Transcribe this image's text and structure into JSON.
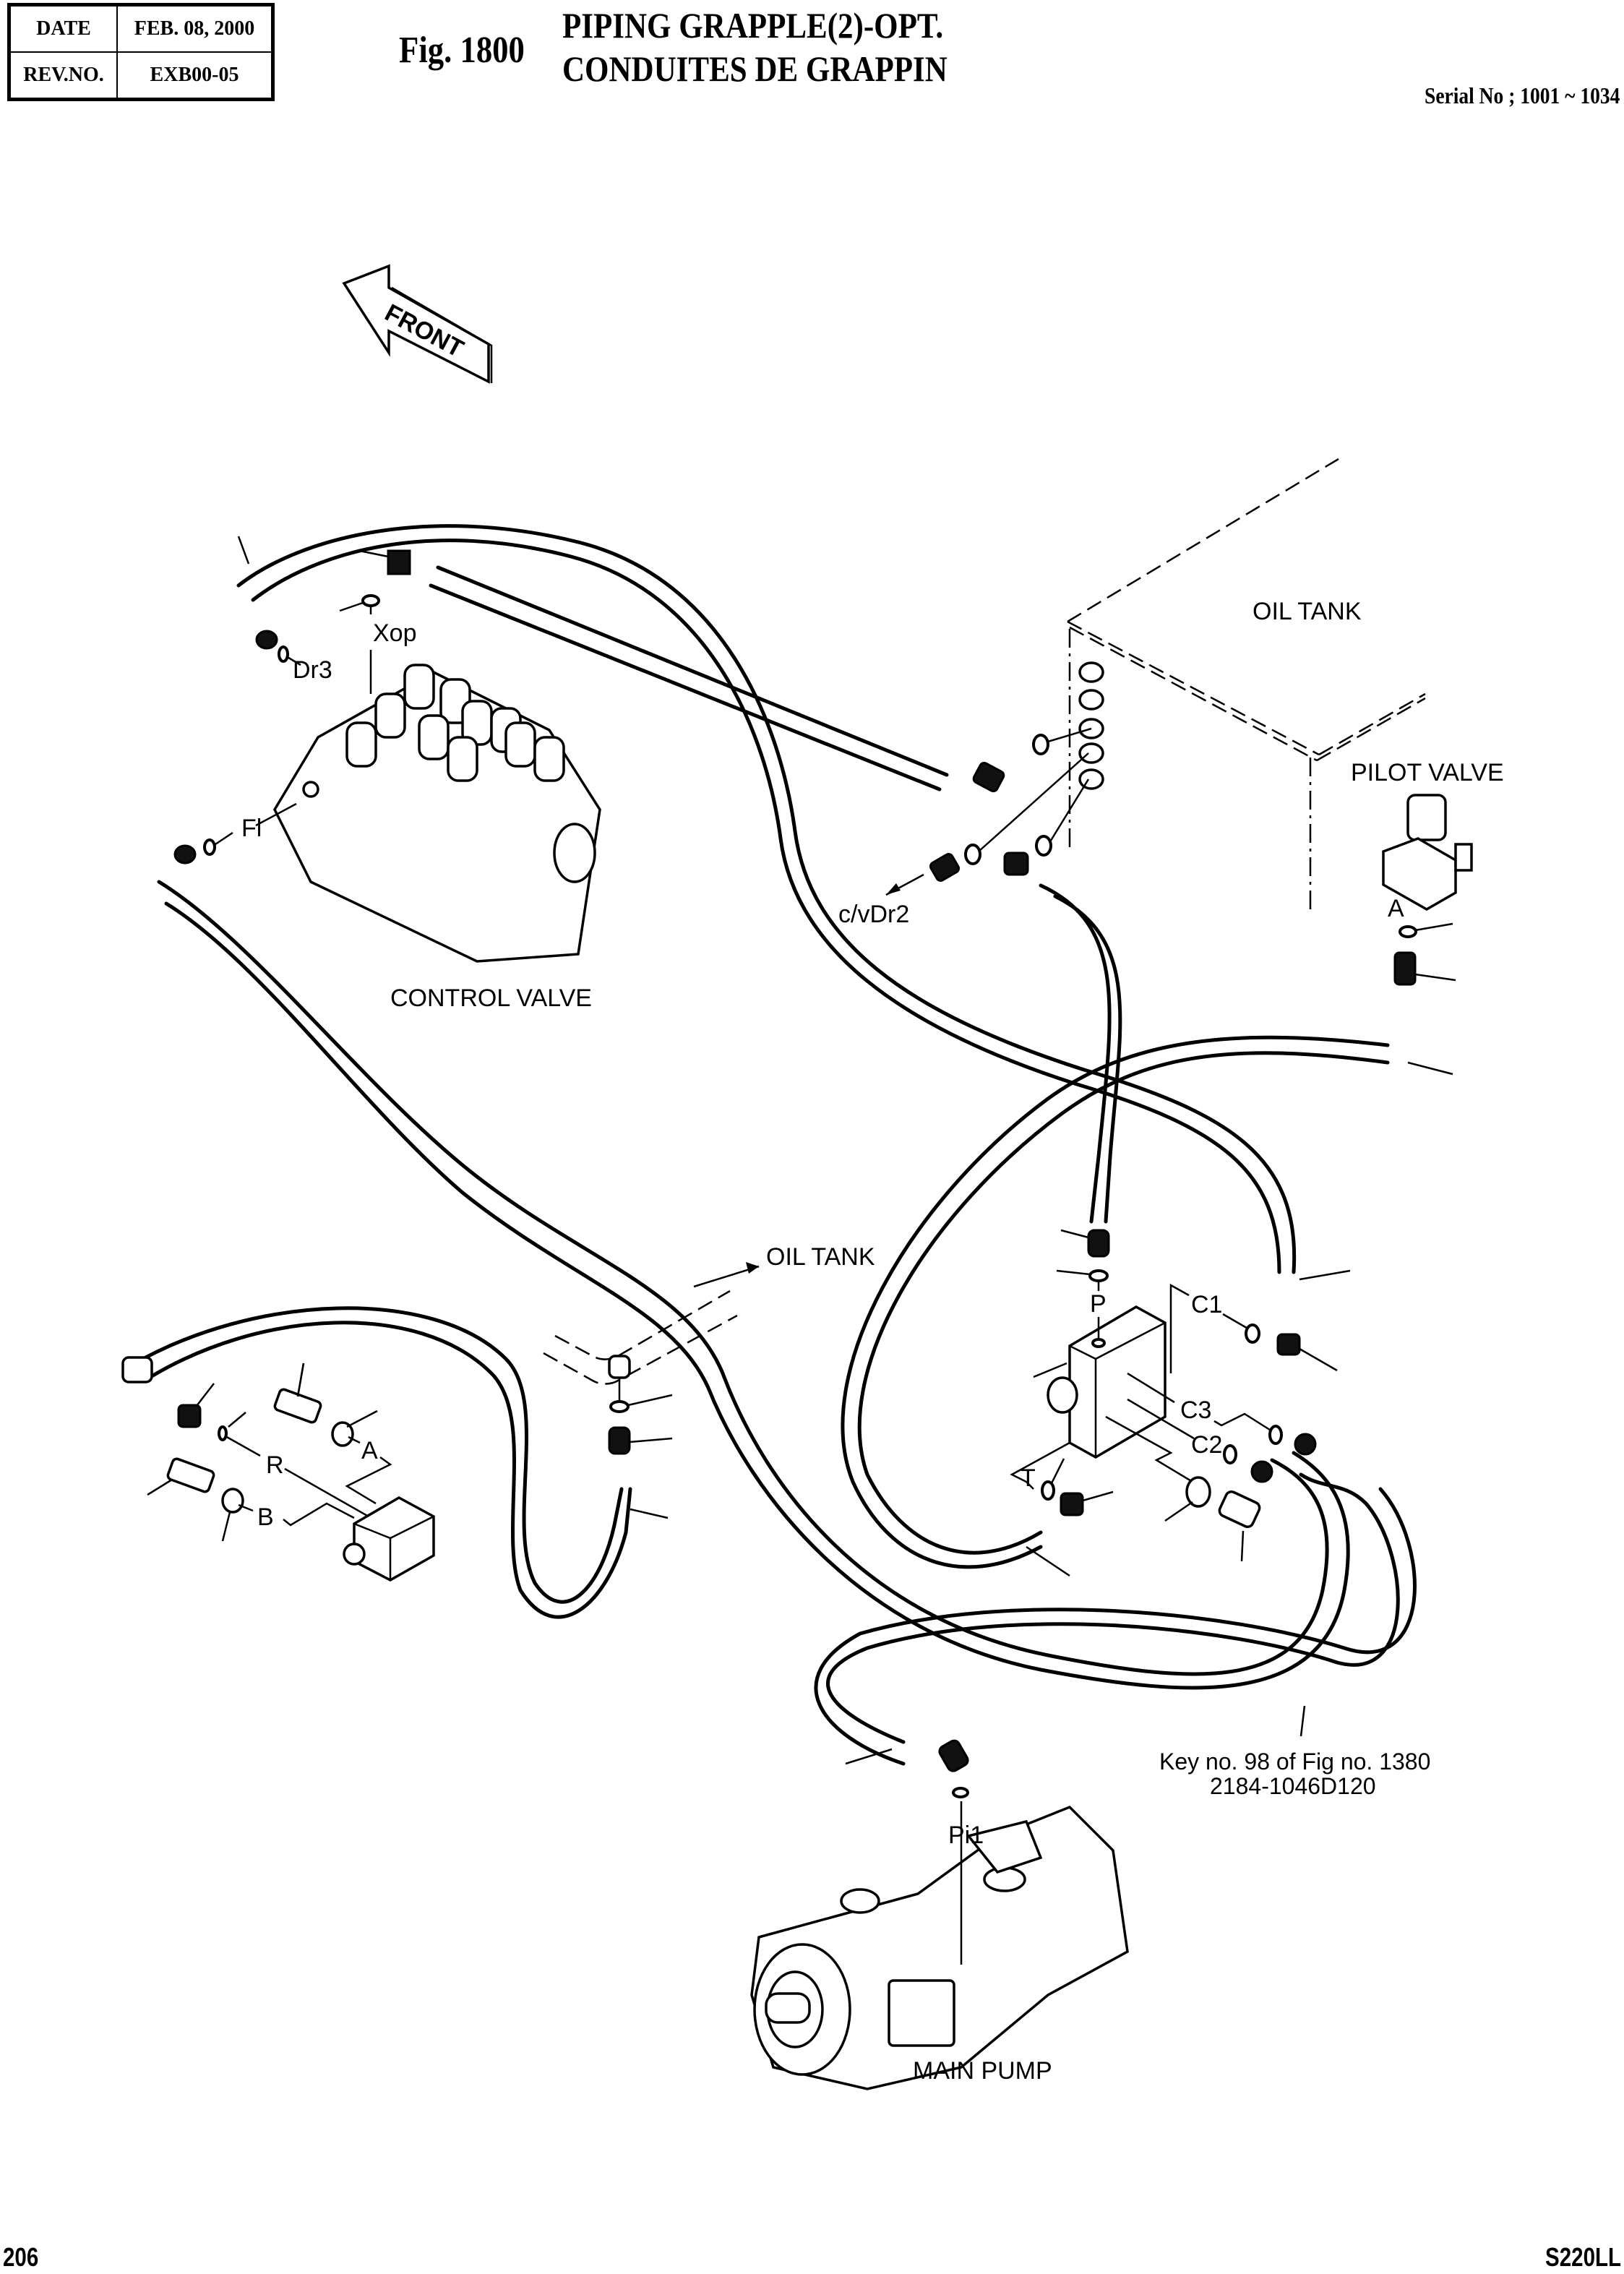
{
  "header": {
    "info_table": {
      "date_label": "DATE",
      "date_value": "FEB. 08, 2000",
      "rev_label": "REV.NO.",
      "rev_value": "EXB00-05"
    },
    "figure_number": "Fig. 1800",
    "title_en": "PIPING GRAPPLE(2)-OPT.",
    "title_fr": "CONDUITES DE GRAPPIN",
    "serial": "Serial No ; 1001 ~ 1034"
  },
  "diagram": {
    "front_arrow_label": "FRONT",
    "components": {
      "control_valve": "CONTROL VALVE",
      "oil_tank_upper": "OIL TANK",
      "pilot_valve": "PILOT VALVE",
      "oil_tank_lower": "OIL TANK",
      "main_pump": "MAIN PUMP"
    },
    "port_labels": {
      "xop": "Xop",
      "dr3": "Dr3",
      "fl": "Fl",
      "cv_dr2": "c/vDr2",
      "pilot_a": "A",
      "p": "P",
      "c1": "C1",
      "c3": "C3",
      "c2": "C2",
      "t": "T",
      "r": "R",
      "a": "A",
      "b": "B",
      "pi1": "Pi1"
    },
    "reference_note": {
      "line1": "Key no. 98 of Fig no. 1380",
      "line2": "2184-1046D120"
    }
  },
  "footer": {
    "page_number": "206",
    "model": "S220LL"
  }
}
